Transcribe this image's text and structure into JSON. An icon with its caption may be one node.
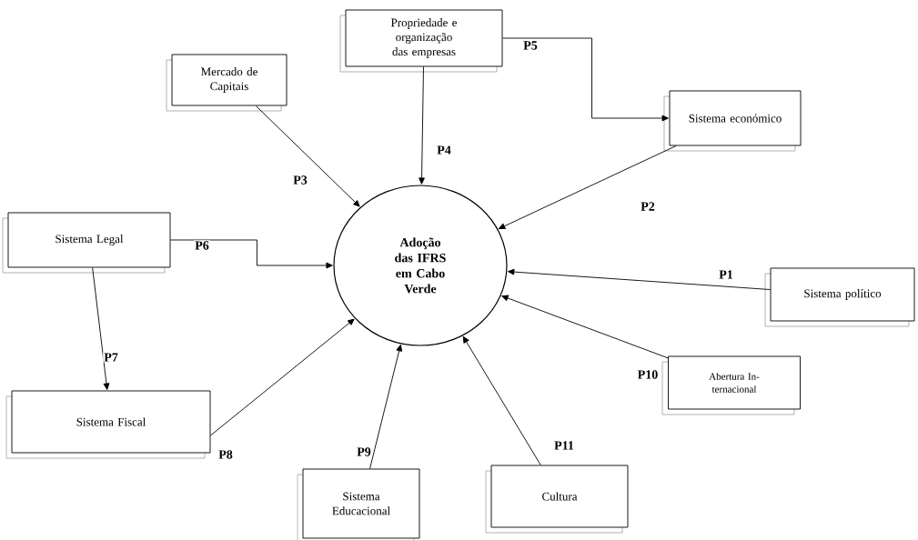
{
  "diagram": {
    "nodes": [
      {
        "text": [
          "Propriedade e organização das empresas"
        ]
      },
      {
        "text": [
          "Mercado de Capitais"
        ]
      },
      {
        "text": [
          "Sistema económico"
        ]
      },
      {
        "text": [
          "Adoção das IFRS em Cabo Verde"
        ]
      },
      {
        "text": [
          "Sistema Legal"
        ]
      },
      {
        "text": [
          "Sistema político"
        ]
      },
      {
        "text": [
          "Abertura In- ternacional"
        ]
      },
      {
        "text": [
          "Sistema Fiscal"
        ]
      },
      {
        "text": [
          "Sistema Educacional"
        ]
      },
      {
        "text": [
          "Cultura"
        ]
      }
    ],
    "edges": [
      {
        "from": 0,
        "to": 2,
        "arrow": "to",
        "label": "P5"
      },
      {
        "from": 0,
        "to": 3,
        "arrow": "to",
        "label": "P4"
      },
      {
        "from": 1,
        "to": 3,
        "arrow": "to",
        "label": "P3"
      },
      {
        "from": 2,
        "to": 3,
        "arrow": "to",
        "label": "P2"
      },
      {
        "from": 4,
        "to": 3,
        "arrow": "to",
        "label": "P6"
      },
      {
        "from": 5,
        "to": 3,
        "arrow": "to",
        "label": "P1"
      },
      {
        "from": 6,
        "to": 3,
        "arrow": "to",
        "label": "P10"
      },
      {
        "from": 9,
        "to": 3,
        "arrow": "to",
        "label": "P11"
      },
      {
        "from": 8,
        "to": 3,
        "arrow": "to",
        "label": "P9"
      },
      {
        "from": 7,
        "to": 3,
        "arrow": "to",
        "label": "P8"
      },
      {
        "from": 4,
        "to": 7,
        "arrow": "to",
        "label": "P7"
      }
    ]
  }
}
